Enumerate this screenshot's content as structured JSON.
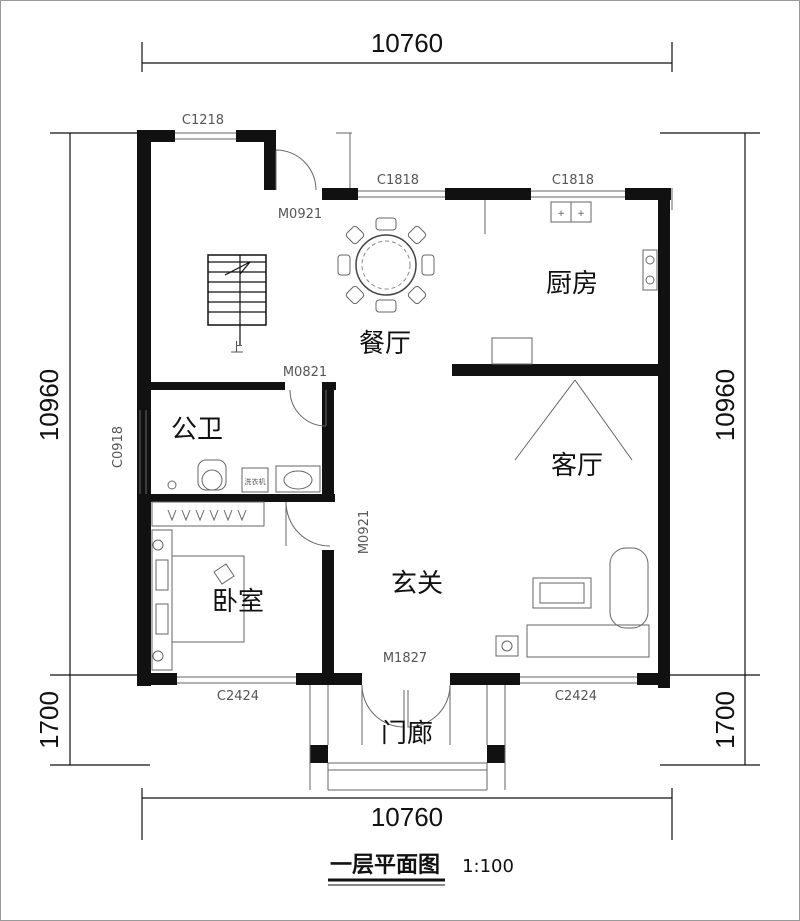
{
  "dimensions": {
    "top_width": "10760",
    "bottom_width": "10760",
    "left_height": "10960",
    "right_height": "10960",
    "left_porch": "1700",
    "right_porch": "1700"
  },
  "openings": {
    "c1218": "C1218",
    "c1818_a": "C1818",
    "c1818_b": "C1818",
    "m0921_top": "M0921",
    "m0821": "M0821",
    "c0918": "C0918",
    "m0921_mid": "M0921",
    "m1827": "M1827",
    "c2424_left": "C2424",
    "c2424_right": "C2424"
  },
  "rooms": {
    "dining": "餐厅",
    "kitchen": "厨房",
    "bathroom": "公卫",
    "living": "客厅",
    "bedroom": "卧室",
    "foyer": "玄关",
    "porch": "门廊"
  },
  "annotations": {
    "stair_up": "上",
    "washer": "洗衣机"
  },
  "title": {
    "name": "一层平面图",
    "scale": "1:100"
  }
}
